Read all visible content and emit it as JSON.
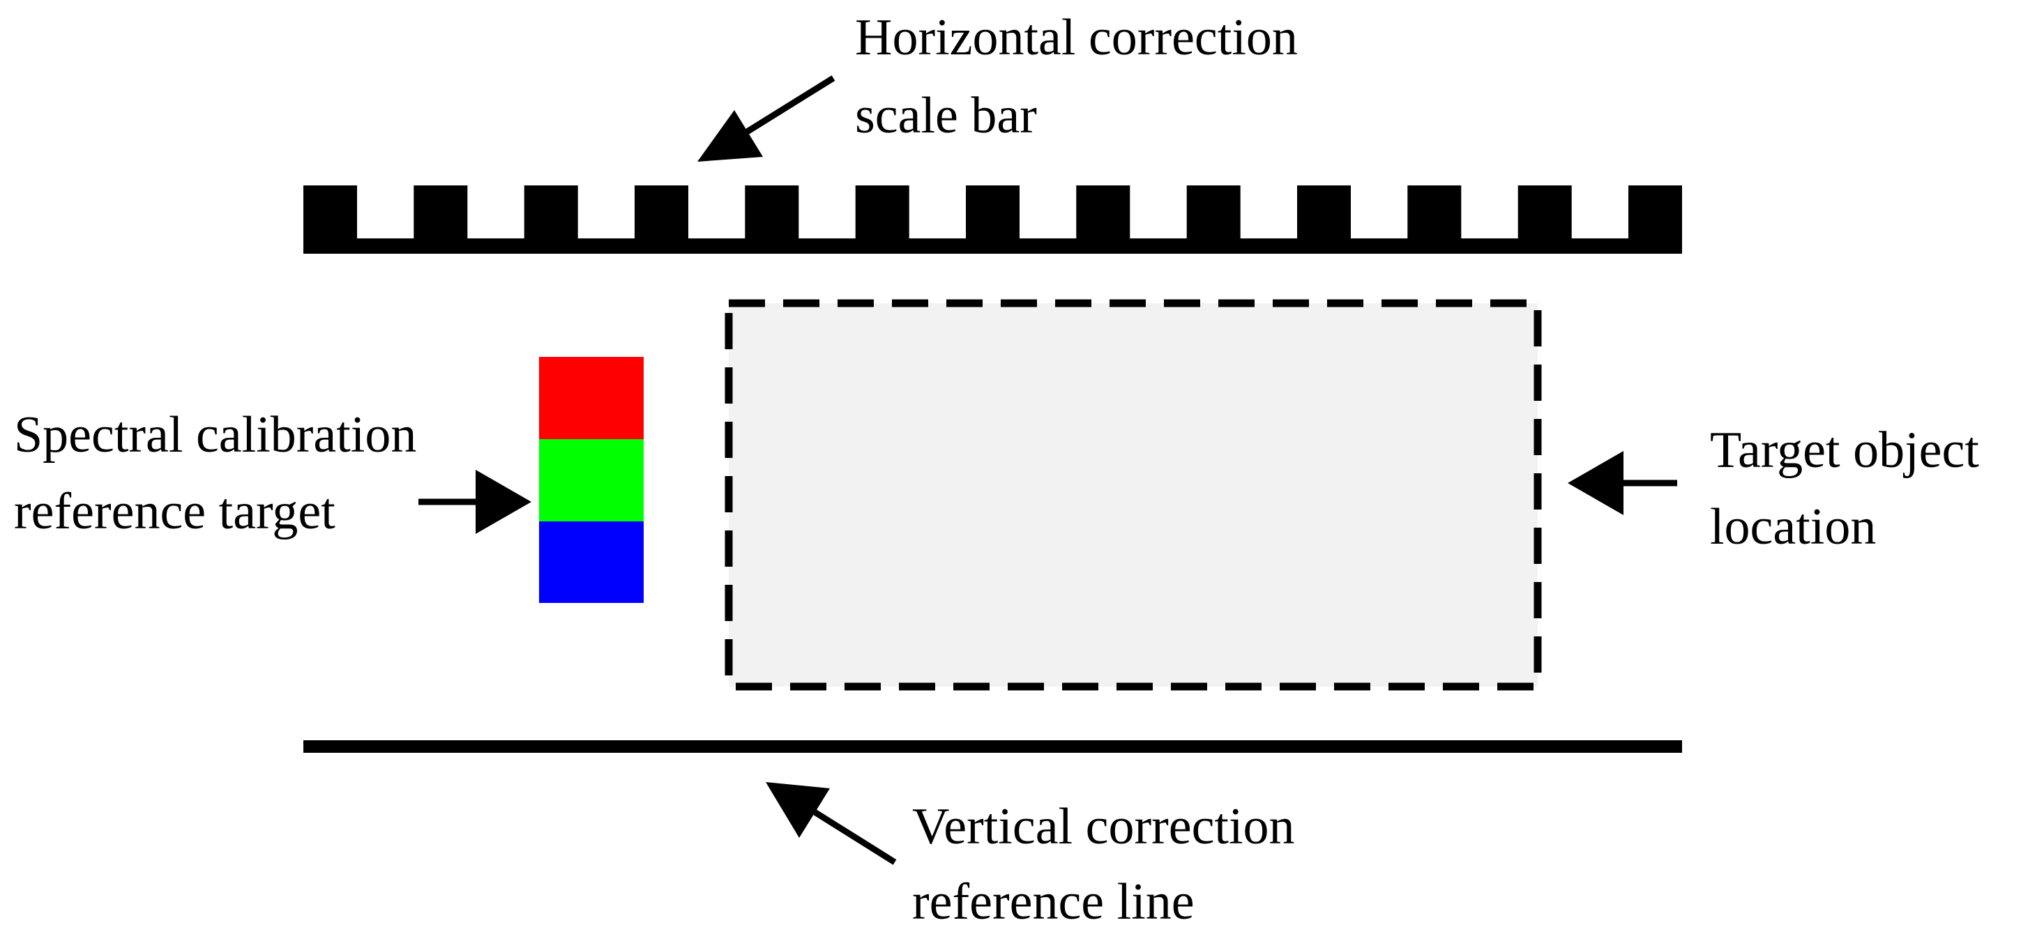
{
  "labels": {
    "horizontal_bar": [
      "Horizontal correction",
      "scale bar"
    ],
    "spectral_target": [
      "Spectral calibration",
      "reference target"
    ],
    "target_object": [
      "Target object",
      "location"
    ],
    "vertical_line": [
      "Vertical correction",
      "reference line"
    ]
  },
  "spectral_target": {
    "colors": [
      "#ff0000",
      "#00ff00",
      "#0000ff"
    ]
  },
  "scale_bar": {
    "tick_count": 13
  },
  "colors": {
    "ink": "#000000",
    "target_fill": "#f2f2f2"
  }
}
